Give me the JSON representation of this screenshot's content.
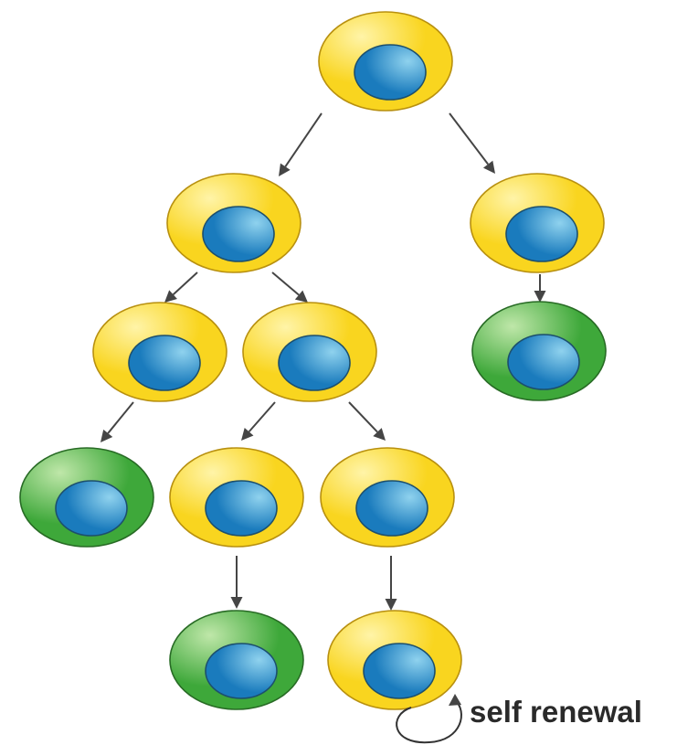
{
  "labels": {
    "self_renewal": "self renewal"
  },
  "colors": {
    "stem_cell_fill": "#f9d51f",
    "stem_cell_highlight": "#fff4a8",
    "stem_cell_stroke": "#b8900f",
    "differentiated_cell_fill": "#3ea83a",
    "differentiated_cell_highlight": "#bfe7a9",
    "differentiated_cell_stroke": "#286b25",
    "nucleus_fill": "#1a7bbd",
    "nucleus_highlight": "#8fd2ee",
    "arrow": "#454545"
  },
  "cells": [
    {
      "id": "root",
      "type": "stem"
    },
    {
      "id": "l1-left",
      "type": "stem"
    },
    {
      "id": "l1-right",
      "type": "stem"
    },
    {
      "id": "right-child",
      "type": "differentiated"
    },
    {
      "id": "l2-a",
      "type": "stem"
    },
    {
      "id": "l2-b",
      "type": "stem"
    },
    {
      "id": "l3-a",
      "type": "differentiated"
    },
    {
      "id": "l3-b",
      "type": "stem"
    },
    {
      "id": "l3-c",
      "type": "stem"
    },
    {
      "id": "l4-a",
      "type": "differentiated"
    },
    {
      "id": "l4-b",
      "type": "stem"
    }
  ],
  "lineage": [
    {
      "from": "root",
      "to": "l1-left"
    },
    {
      "from": "root",
      "to": "l1-right"
    },
    {
      "from": "l1-right",
      "to": "right-child"
    },
    {
      "from": "l1-left",
      "to": "l2-a"
    },
    {
      "from": "l1-left",
      "to": "l2-b"
    },
    {
      "from": "l2-a",
      "to": "l3-a"
    },
    {
      "from": "l2-b",
      "to": "l3-b"
    },
    {
      "from": "l2-b",
      "to": "l3-c"
    },
    {
      "from": "l3-b",
      "to": "l4-a"
    },
    {
      "from": "l3-c",
      "to": "l4-b"
    }
  ]
}
